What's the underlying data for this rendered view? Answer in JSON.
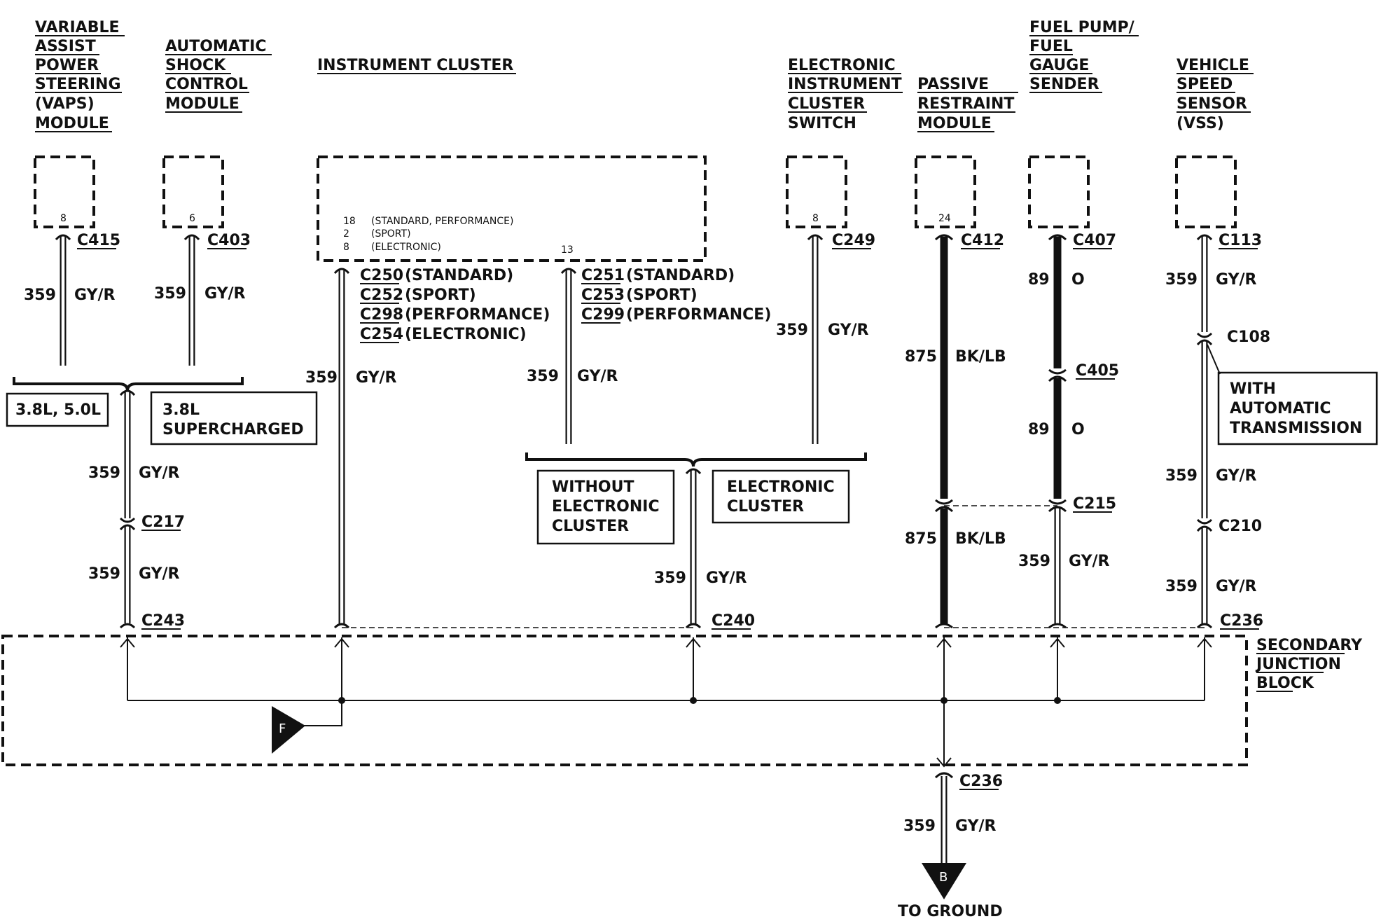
{
  "components": {
    "vaps": [
      "VARIABLE",
      "ASSIST",
      "POWER",
      "STEERING",
      "(VAPS)",
      "MODULE"
    ],
    "shock": [
      "AUTOMATIC",
      "SHOCK",
      "CONTROL",
      "MODULE"
    ],
    "cluster": [
      "INSTRUMENT CLUSTER"
    ],
    "eic_switch": [
      "ELECTRONIC",
      "INSTRUMENT",
      "CLUSTER",
      "SWITCH"
    ],
    "passive": [
      "PASSIVE",
      "RESTRAINT",
      "MODULE"
    ],
    "fuel": [
      "FUEL PUMP/",
      "FUEL",
      "GAUGE",
      "SENDER"
    ],
    "vss": [
      "VEHICLE",
      "SPEED",
      "SENSOR",
      "(VSS)"
    ]
  },
  "pins": {
    "vaps": "8",
    "shock": "6",
    "eic_switch": "8",
    "passive": "24",
    "cluster_right": "13",
    "cluster_left": [
      {
        "pin": "18",
        "text": "(STANDARD, PERFORMANCE)"
      },
      {
        "pin": "2",
        "text": "(SPORT)"
      },
      {
        "pin": "8",
        "text": "(ELECTRONIC)"
      }
    ]
  },
  "connectors": {
    "c415": "C415",
    "c403": "C403",
    "c249": "C249",
    "c412": "C412",
    "c407": "C407",
    "c113": "C113",
    "c108": "C108",
    "c405": "C405",
    "c215": "C215",
    "c210": "C210",
    "c217": "C217",
    "c243": "C243",
    "c240": "C240",
    "c236_top": "C236",
    "c236_bottom": "C236",
    "left_cluster": [
      {
        "id": "C250",
        "variant": "(STANDARD)"
      },
      {
        "id": "C252",
        "variant": "(SPORT)"
      },
      {
        "id": "C298",
        "variant": "(PERFORMANCE)"
      },
      {
        "id": "C254",
        "variant": "(ELECTRONIC)"
      }
    ],
    "right_cluster": [
      {
        "id": "C251",
        "variant": "(STANDARD)"
      },
      {
        "id": "C253",
        "variant": "(SPORT)"
      },
      {
        "id": "C299",
        "variant": "(PERFORMANCE)"
      }
    ]
  },
  "wires": {
    "circuit_359": "359",
    "circuit_875": "875",
    "circuit_89": "89",
    "color_gyr": "GY/R",
    "color_bklb": "BK/LB",
    "color_o": "O"
  },
  "options": {
    "engine_na": "3.8L, 5.0L",
    "engine_sc": [
      "3.8L",
      "SUPERCHARGED"
    ],
    "without_elec": [
      "WITHOUT",
      "ELECTRONIC",
      "CLUSTER"
    ],
    "electronic": [
      "ELECTRONIC",
      "CLUSTER"
    ],
    "auto_trans": [
      "WITH",
      "AUTOMATIC",
      "TRANSMISSION"
    ]
  },
  "junction_block": [
    "SECONDARY",
    "JUNCTION",
    "BLOCK"
  ],
  "flags": {
    "f": "F",
    "b": "B"
  },
  "ground_label": "TO GROUND"
}
